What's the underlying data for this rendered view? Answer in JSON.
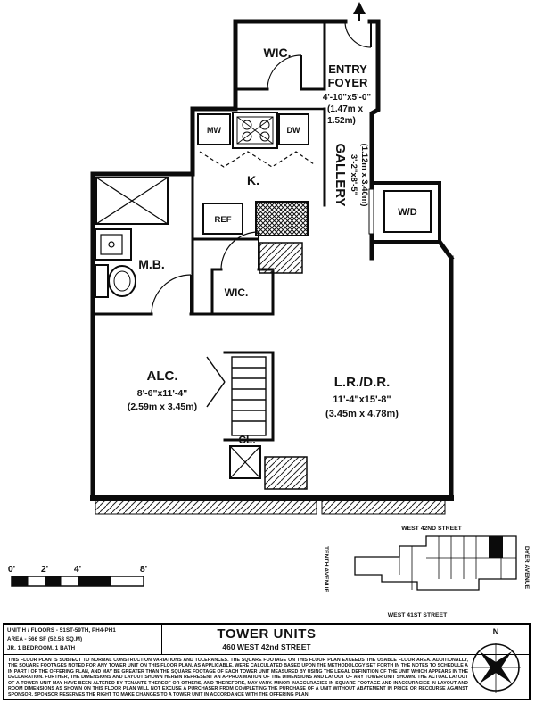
{
  "plan": {
    "labels": {
      "wic_top": "WIC.",
      "entry_line1": "ENTRY",
      "entry_line2": "FOYER",
      "entry_dims": "4'-10\"x5'-0\"",
      "entry_metric1": "(1.47m x",
      "entry_metric2": "1.52m)",
      "kitchen": "K.",
      "gallery": "GALLERY",
      "gallery_dims": "3'-2\"x8'-5\"",
      "gallery_metric": "(1.12m x 3.40m)",
      "washer_dryer": "W/D",
      "microwave": "MW",
      "dishwasher": "DW",
      "refrigerator": "REF",
      "master_bath": "M.B.",
      "wic_hall": "WIC.",
      "alcove": "ALC.",
      "alcove_dims": "8'-6\"x11'-4\"",
      "alcove_metric": "(2.59m x 3.45m)",
      "closet": "CL.",
      "living_dining": "L.R./D.R.",
      "living_dims": "11'-4\"x15'-8\"",
      "living_metric": "(3.45m x 4.78m)"
    }
  },
  "scale_bar": {
    "tick0": "0'",
    "tick2": "2'",
    "tick4": "4'",
    "tick8": "8'"
  },
  "site_map": {
    "street_north": "WEST 42ND STREET",
    "street_south": "WEST 41ST STREET",
    "avenue_west": "TENTH AVENUE",
    "avenue_east": "DYER AVENUE"
  },
  "title_block": {
    "unit_line": "UNIT H / FLOORS - 51ST-59TH, PH4-PH1",
    "area_line": "AREA - 566 SF (52.58 SQ.M)",
    "type_line": "JR. 1 BEDROOM, 1 BATH",
    "building_title": "TOWER UNITS",
    "address": "460 WEST 42nd STREET",
    "compass_north": "N",
    "disclaimer": "THIS FLOOR PLAN IS SUBJECT TO NORMAL CONSTRUCTION VARIATIONS AND TOLERANCES.  THE SQUARE FOOTAGE ON THIS FLOOR PLAN EXCEEDS THE USABLE FLOOR AREA.  ADDITIONALLY, THE SQUARE FOOTAGES NOTED FOR ANY TOWER UNIT ON THIS FLOOR PLAN, AS APPLICABLE, WERE CALCULATED BASED UPON THE METHODOLOGY SET FORTH IN THE NOTES TO SCHEDULE A IN PART I OF THE OFFERING PLAN, AND MAY BE GREATER THAN THE SQUARE FOOTAGE OF EACH TOWER UNIT MEASURED BY USING THE LEGAL DEFINITION OF THE UNIT WHICH APPEARS IN THE DECLARATION.  FURTHER, THE DIMENSIONS AND LAYOUT SHOWN HEREIN REPRESENT AN APPROXIMATION OF THE DIMENSIONS AND LAYOUT OF ANY TOWER UNIT SHOWN.  THE ACTUAL LAYOUT OF A TOWER UNIT MAY HAVE BEEN ALTERED BY TENANTS THEREOF OR OTHERS, AND THEREFORE, MAY VARY.  MINOR INACCURACIES IN SQUARE FOOTAGE AND INACCURACIES IN LAYOUT AND ROOM DIMENSIONS AS SHOWN ON THIS FLOOR PLAN WILL NOT EXCUSE A PURCHASER FROM COMPLETING THE PURCHASE OF A UNIT WITHOUT ABATEMENT IN PRICE OR RECOURSE AGAINST SPONSOR.  SPONSOR RESERVES THE RIGHT TO MAKE CHANGES TO A TOWER UNIT IN ACCORDANCE WITH THE OFFERING PLAN."
  },
  "colors": {
    "ink": "#111111",
    "paper": "#ffffff"
  }
}
